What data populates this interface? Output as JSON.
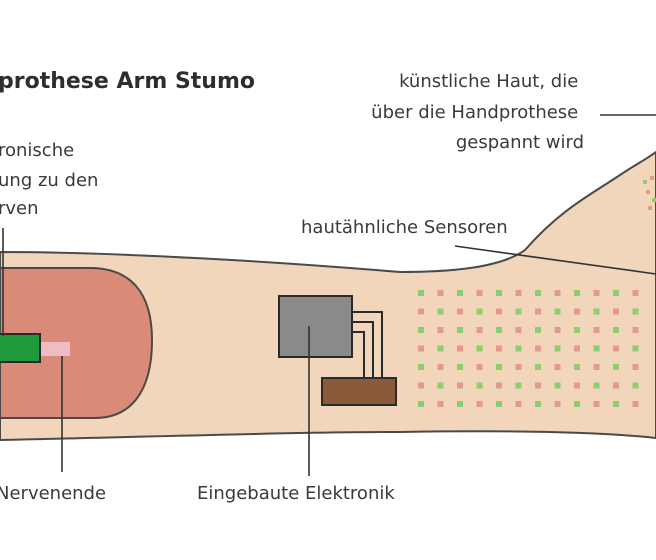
{
  "title": "prothese Arm Stumo",
  "labels": {
    "electronic_connection": [
      "ronische",
      "ung zu den",
      "rven"
    ],
    "artificial_skin": [
      "künstliche Haut, die",
      "über die Handprothese",
      "gespannt wird"
    ],
    "skin_sensors": "hautähnliche Sensoren",
    "nerve_end": "Nervenende",
    "built_in_electronics": "Eingebaute Elektronik"
  },
  "colors": {
    "background": "#ffffff",
    "prosthesis_skin": "#f2d6bc",
    "stump_tissue": "#d98b78",
    "outline": "#4a4a4a",
    "electrode": "#1e9a3c",
    "nerve": "#f0bcc4",
    "electronics_box": "#8a8a8a",
    "battery": "#8b5a3a",
    "sensor_green": "#8fcf6a",
    "sensor_red": "#e69a86"
  }
}
